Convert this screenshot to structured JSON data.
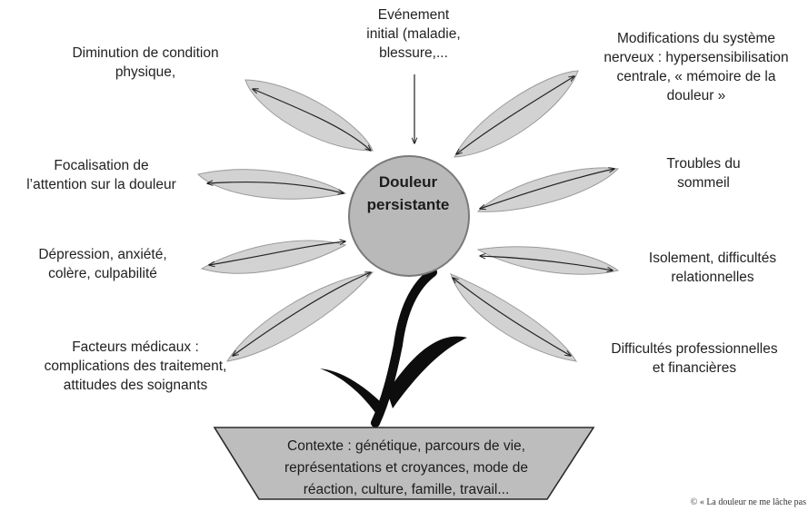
{
  "diagram": {
    "center": "Douleur\npersistante",
    "top_event": "Evénement\ninitial (maladie,\nblessure,...",
    "left_factors": [
      "Diminution de condition\nphysique,",
      "Focalisation de\nl’attention sur la douleur",
      "Dépression, anxiété,\ncolère, culpabilité",
      "Facteurs médicaux :\ncomplications des traitement,\nattitudes des soignants"
    ],
    "right_factors": [
      "Modifications du système\nnerveux : hypersensibilisation\ncentrale, « mémoire de la\ndouleur »",
      "Troubles du\nsommeil",
      "Isolement, difficultés\nrelationnelles",
      "Difficultés professionnelles\net financières"
    ],
    "pot": "Contexte : génétique, parcours de vie,\nreprésentations et croyances, mode de\nréaction, culture, famille, travail...",
    "credit": "© « La douleur ne me lâche pas"
  },
  "colors": {
    "petal_fill": "#d2d2d2",
    "center_fill": "#b9b9b9",
    "pot_fill": "#bdbdbd",
    "stem": "#0d0d0d",
    "outline": "#7a7a7a"
  }
}
